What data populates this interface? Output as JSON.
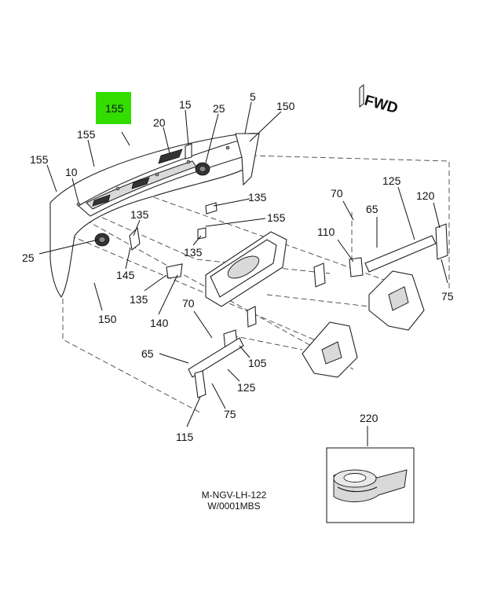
{
  "orientation": {
    "label": "FWD",
    "icon": "forward-arrow-icon"
  },
  "highlight": {
    "label": "155",
    "color": "#33dd00"
  },
  "callouts": {
    "c155_top": "155",
    "c20": "20",
    "c15": "15",
    "c25_top": "25",
    "c5": "5",
    "c150_top": "150",
    "c155_left": "155",
    "c155_far": "155",
    "c10": "10",
    "c135_a": "135",
    "c155_mid": "155",
    "c135_b": "135",
    "c135_c": "135",
    "c25_left": "25",
    "c145": "145",
    "c135_d": "135",
    "c140": "140",
    "c150_bottom": "150",
    "c70_top": "70",
    "c65_top": "65",
    "c125_top": "125",
    "c120": "120",
    "c110": "110",
    "c75_right": "75",
    "c70_bottom": "70",
    "c65_bottom": "65",
    "c105": "105",
    "c125_bottom": "125",
    "c75_bottom": "75",
    "c115": "115",
    "c220": "220"
  },
  "caption": {
    "line1": "M-NGV-LH-122",
    "line2": "W/0001MBS"
  }
}
